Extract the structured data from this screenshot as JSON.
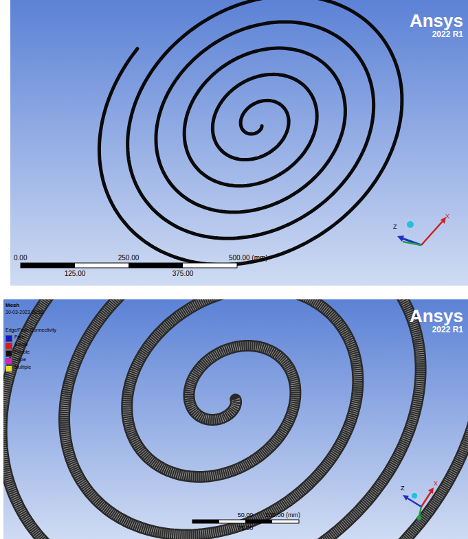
{
  "diagram": {
    "labels": [
      "Ansys",
      "2022 R1",
      "0.00",
      "250.00",
      "500.00 (mm)",
      "125.00",
      "375.00",
      "Z",
      "X",
      "Mesh",
      "30-03-2023 08:52",
      "Edge/Face Connectivity",
      "Ansys",
      "2022 R1",
      "50.00",
      "100.00 (mm)",
      "75.00",
      "Z",
      "X"
    ],
    "legend": [
      {
        "text": "Free",
        "color": "#1515d0"
      },
      {
        "text": "Single",
        "color": "#e01818"
      },
      {
        "text": "Double",
        "color": "#111111"
      },
      {
        "text": "Triple",
        "color": "#d020c8"
      },
      {
        "text": "Multiple",
        "color": "#f0e020"
      }
    ]
  }
}
